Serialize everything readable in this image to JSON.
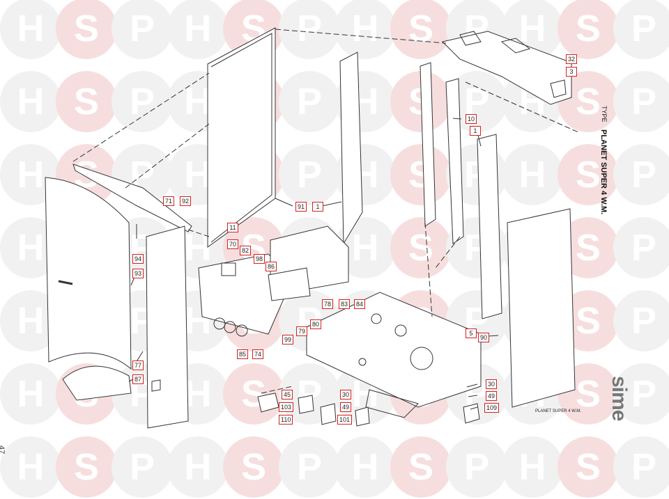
{
  "watermark": {
    "letters": [
      "H",
      "S",
      "P",
      "H",
      "S",
      "P",
      "H",
      "S",
      "P",
      "H",
      "S",
      "P"
    ],
    "rows": 7
  },
  "colors": {
    "callout_border": "#d42020",
    "line": "#333333",
    "watermark": "#f1f1f1",
    "watermark_red": "#f7dede"
  },
  "title": {
    "type_label": "TYPE",
    "model": "PLANET SUPER 4 W.M."
  },
  "brand": "sime",
  "page_number": "47",
  "footer_label": "PLANET SUPER 4 W.M.",
  "callouts": [
    {
      "id": "c32",
      "label": "32"
    },
    {
      "id": "c3",
      "label": "3"
    },
    {
      "id": "c10",
      "label": "10"
    },
    {
      "id": "c1a",
      "label": "1"
    },
    {
      "id": "c91",
      "label": "91"
    },
    {
      "id": "c1b",
      "label": "1"
    },
    {
      "id": "c71",
      "label": "71"
    },
    {
      "id": "c92",
      "label": "92"
    },
    {
      "id": "c11",
      "label": "11"
    },
    {
      "id": "c94",
      "label": "94"
    },
    {
      "id": "c93",
      "label": "93"
    },
    {
      "id": "c70",
      "label": "70"
    },
    {
      "id": "c82",
      "label": "82"
    },
    {
      "id": "c98",
      "label": "98"
    },
    {
      "id": "c86",
      "label": "86"
    },
    {
      "id": "c78",
      "label": "78"
    },
    {
      "id": "c83",
      "label": "83"
    },
    {
      "id": "c84",
      "label": "84"
    },
    {
      "id": "c79",
      "label": "79"
    },
    {
      "id": "c80",
      "label": "80"
    },
    {
      "id": "c99",
      "label": "99"
    },
    {
      "id": "c85",
      "label": "85"
    },
    {
      "id": "c74",
      "label": "74"
    },
    {
      "id": "c5",
      "label": "5"
    },
    {
      "id": "c90",
      "label": "90"
    },
    {
      "id": "c77",
      "label": "77"
    },
    {
      "id": "c87",
      "label": "87"
    },
    {
      "id": "c45",
      "label": "45"
    },
    {
      "id": "c103",
      "label": "103"
    },
    {
      "id": "c110",
      "label": "110"
    },
    {
      "id": "c30a",
      "label": "30"
    },
    {
      "id": "c49a",
      "label": "49"
    },
    {
      "id": "c101",
      "label": "101"
    },
    {
      "id": "c30b",
      "label": "30"
    },
    {
      "id": "c49b",
      "label": "49"
    },
    {
      "id": "c109",
      "label": "109"
    }
  ]
}
